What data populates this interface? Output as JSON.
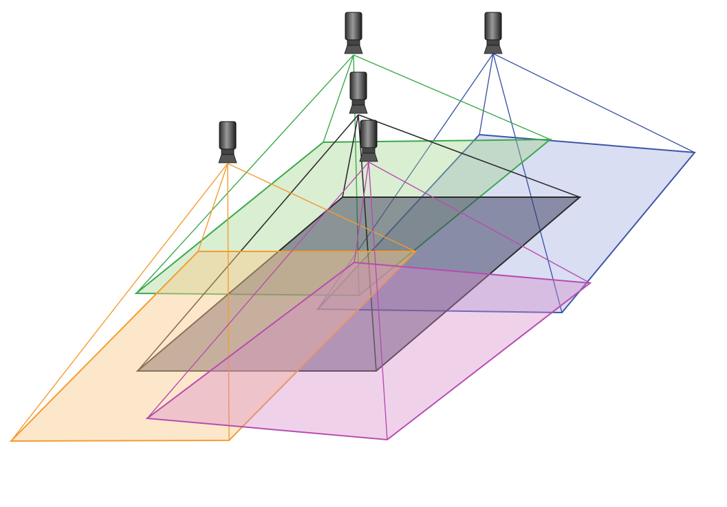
{
  "diagram": {
    "cameras": [
      {
        "name": "camera-green",
        "color": "#3aa84a",
        "fill": "#9fd28a"
      },
      {
        "name": "camera-blue",
        "color": "#3d55a8",
        "fill": "#9aa9dc"
      },
      {
        "name": "camera-black",
        "color": "#2b2b2b",
        "fill": "#3a3a5a"
      },
      {
        "name": "camera-orange",
        "color": "#f39c2f",
        "fill": "#fbc98b"
      },
      {
        "name": "camera-magenta",
        "color": "#b84bb0",
        "fill": "#d48ac9"
      }
    ],
    "background": "#ffffff"
  }
}
